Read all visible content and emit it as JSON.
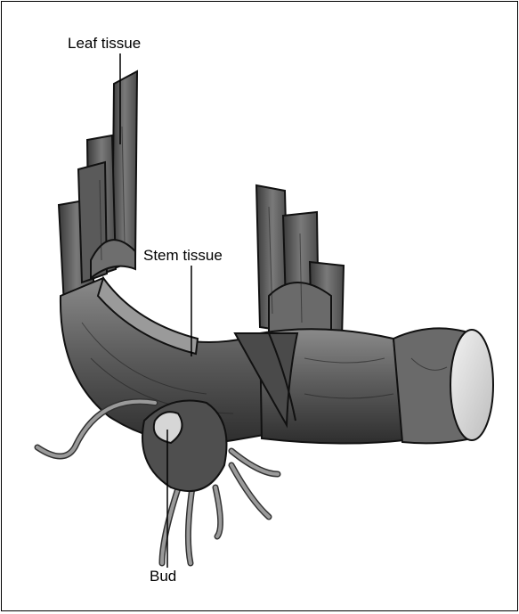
{
  "labels": {
    "leaf": "Leaf tissue",
    "stem": "Stem tissue",
    "bud": "Bud"
  }
}
